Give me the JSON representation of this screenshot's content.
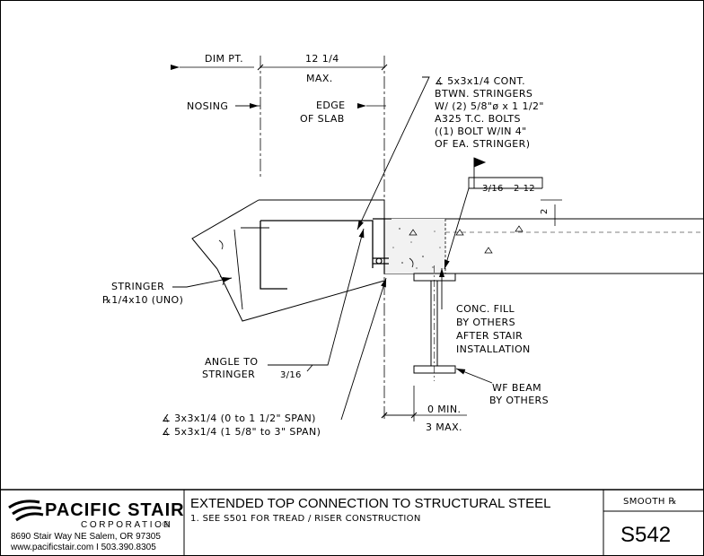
{
  "drawing": {
    "labels": {
      "dim_pt": "DIM PT.",
      "dim_12_1_4": "12 1/4",
      "max": "MAX.",
      "nosing": "NOSING",
      "edge_line1": "EDGE",
      "edge_line2": "OF SLAB",
      "angle_cont_lines": [
        "∡ 5x3x1/4 CONT.",
        "BTWN. STRINGERS",
        "W/ (2) 5/8\"ø x 1 1/2\"",
        "A325 T.C. BOLTS",
        "((1) BOLT W/IN 4\"",
        "OF EA. STRINGER)"
      ],
      "weld_top_size": "3/16",
      "weld_top_len": "2-12",
      "slab_dim": "2",
      "stringer_line1": "STRINGER",
      "stringer_line2": "℞1/4x10 (UNO)",
      "conc_lines": [
        "CONC. FILL",
        "BY OTHERS",
        "AFTER STAIR",
        "INSTALLATION"
      ],
      "angle_to_line1": "ANGLE TO",
      "angle_to_line2": "STRINGER",
      "weld_bottom_size": "3/16",
      "wf_line1": "WF BEAM",
      "wf_line2": "BY OTHERS",
      "min_0": "0 MIN.",
      "max_3": "3 MAX.",
      "span_line1": "∡ 3x3x1/4 (0 to 1 1/2\" SPAN)",
      "span_line2": "∡ 5x3x1/4 (1 5/8\" to 3\" SPAN)"
    }
  },
  "title_block": {
    "company": "PACIFIC STAIR",
    "corporation": "CORPORATION",
    "registered": "®",
    "address": "8690 Stair Way NE Salem, OR 97305",
    "contact": "www.pacificstair.com  I  503.390.8305",
    "title": "EXTENDED TOP CONNECTION TO STRUCTURAL STEEL",
    "note": "1.  SEE S501 FOR TREAD / RISER CONSTRUCTION",
    "stair_type": "SMOOTH ℞",
    "sheet_number": "S542"
  }
}
